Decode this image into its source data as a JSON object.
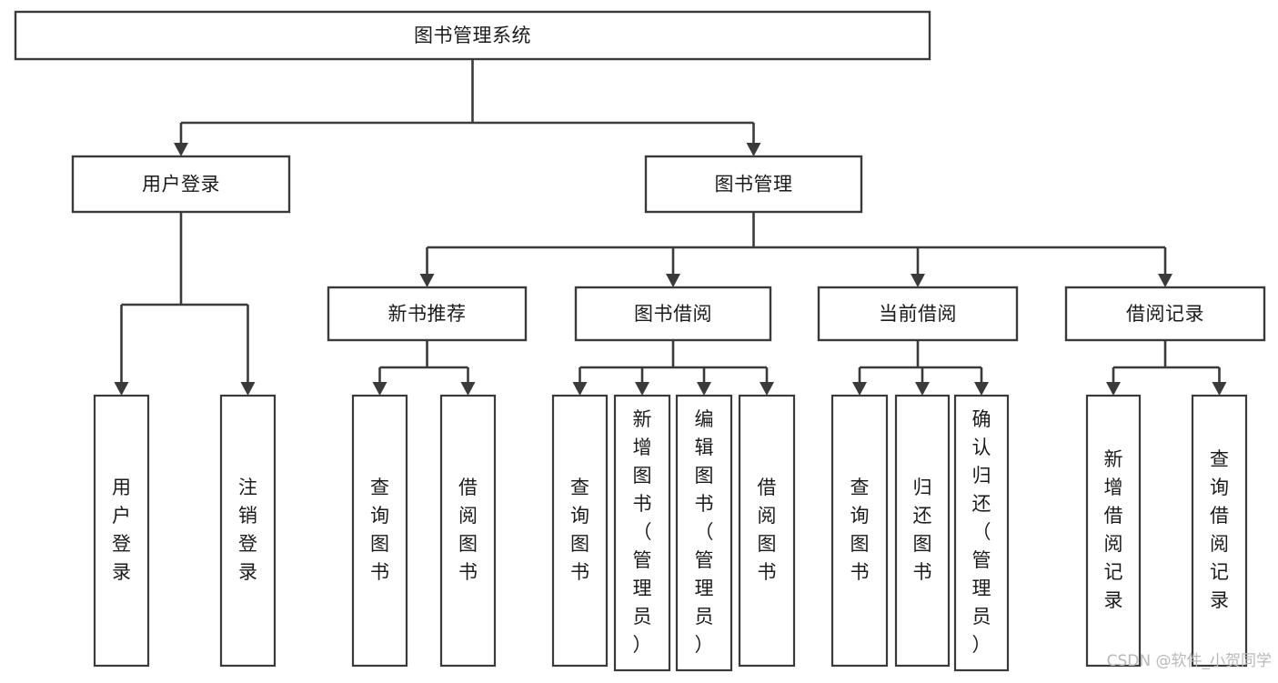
{
  "diagram": {
    "type": "hierarchy-tree",
    "title": "图书管理系统",
    "root": {
      "id": "root",
      "label": "图书管理系统",
      "orientation": "horizontal"
    },
    "level2": [
      {
        "id": "user-login",
        "label": "用户登录",
        "orientation": "horizontal"
      },
      {
        "id": "book-manage",
        "label": "图书管理",
        "orientation": "horizontal"
      }
    ],
    "level3": [
      {
        "id": "new-book-recommend",
        "label": "新书推荐",
        "parent": "book-manage",
        "orientation": "horizontal"
      },
      {
        "id": "book-borrow",
        "label": "图书借阅",
        "parent": "book-manage",
        "orientation": "horizontal"
      },
      {
        "id": "current-borrow",
        "label": "当前借阅",
        "parent": "book-manage",
        "orientation": "horizontal"
      },
      {
        "id": "borrow-record",
        "label": "借阅记录",
        "parent": "book-manage",
        "orientation": "horizontal"
      }
    ],
    "leaves": [
      {
        "id": "leaf-user-login",
        "label": "用户登录",
        "parent": "user-login",
        "orientation": "vertical"
      },
      {
        "id": "leaf-logout",
        "label": "注销登录",
        "parent": "user-login",
        "orientation": "vertical"
      },
      {
        "id": "leaf-query-book-1",
        "label": "查询图书",
        "parent": "new-book-recommend",
        "orientation": "vertical"
      },
      {
        "id": "leaf-borrow-book-1",
        "label": "借阅图书",
        "parent": "new-book-recommend",
        "orientation": "vertical"
      },
      {
        "id": "leaf-query-book-2",
        "label": "查询图书",
        "parent": "book-borrow",
        "orientation": "vertical"
      },
      {
        "id": "leaf-add-book",
        "label": "新增图书（管理员）",
        "parent": "book-borrow",
        "orientation": "vertical"
      },
      {
        "id": "leaf-edit-book",
        "label": "编辑图书（管理员）",
        "parent": "book-borrow",
        "orientation": "vertical"
      },
      {
        "id": "leaf-borrow-book-2",
        "label": "借阅图书",
        "parent": "book-borrow",
        "orientation": "vertical"
      },
      {
        "id": "leaf-query-book-3",
        "label": "查询图书",
        "parent": "current-borrow",
        "orientation": "vertical"
      },
      {
        "id": "leaf-return-book",
        "label": "归还图书",
        "parent": "current-borrow",
        "orientation": "vertical"
      },
      {
        "id": "leaf-confirm-return",
        "label": "确认归还（管理员）",
        "parent": "current-borrow",
        "orientation": "vertical"
      },
      {
        "id": "leaf-add-record",
        "label": "新增借阅记录",
        "parent": "borrow-record",
        "orientation": "vertical"
      },
      {
        "id": "leaf-query-record",
        "label": "查询借阅记录",
        "parent": "borrow-record",
        "orientation": "vertical"
      }
    ],
    "colors": {
      "box_stroke": "#3a3a3a",
      "box_fill": "#ffffff",
      "connector": "#3a3a3a",
      "text": "#1b1b1b",
      "watermark": "#b9b9b9",
      "background": "#ffffff"
    }
  },
  "watermark": {
    "text": "CSDN @软件_小贺同学"
  }
}
